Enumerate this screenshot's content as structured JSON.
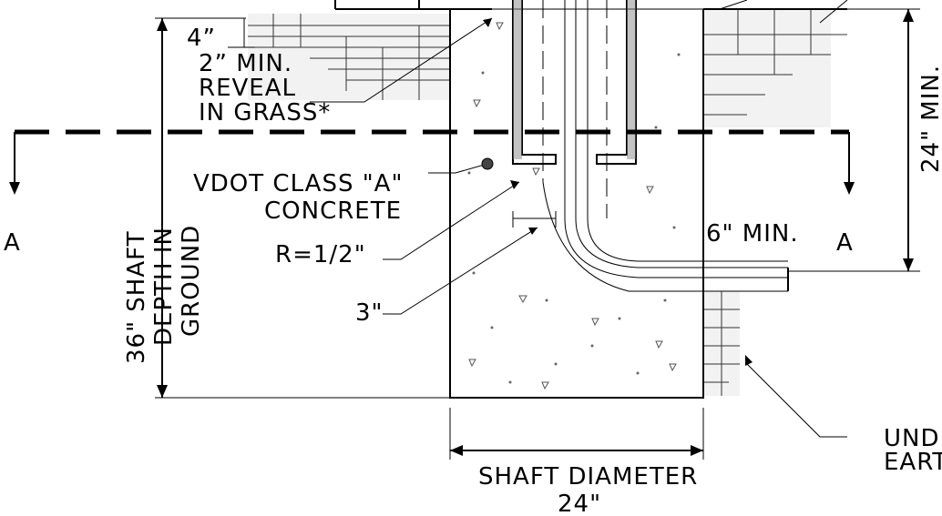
{
  "labels": {
    "four_inch": "4”",
    "min_reveal_line1": "2”  MIN.",
    "min_reveal_line2": "REVEAL",
    "min_reveal_line3": "IN  GRASS*",
    "section_left": "A",
    "section_right": "A",
    "concrete_line1": "VDOT CLASS  \"A\"",
    "concrete_line2": "CONCRETE",
    "radius": "R=1/2\"",
    "three_inch": "3\"",
    "six_inch": "6\"  MIN.",
    "depth_line1": "36\"  SHAFT",
    "depth_line2": "DEPTH  IN",
    "depth_line3": "GROUND",
    "min_24": "24\"  MIN.",
    "diameter_line1": "SHAFT  DIAMETER",
    "diameter_line2": "24\"",
    "undisturbed_line1": "UNDI",
    "undisturbed_line2": "EART"
  }
}
